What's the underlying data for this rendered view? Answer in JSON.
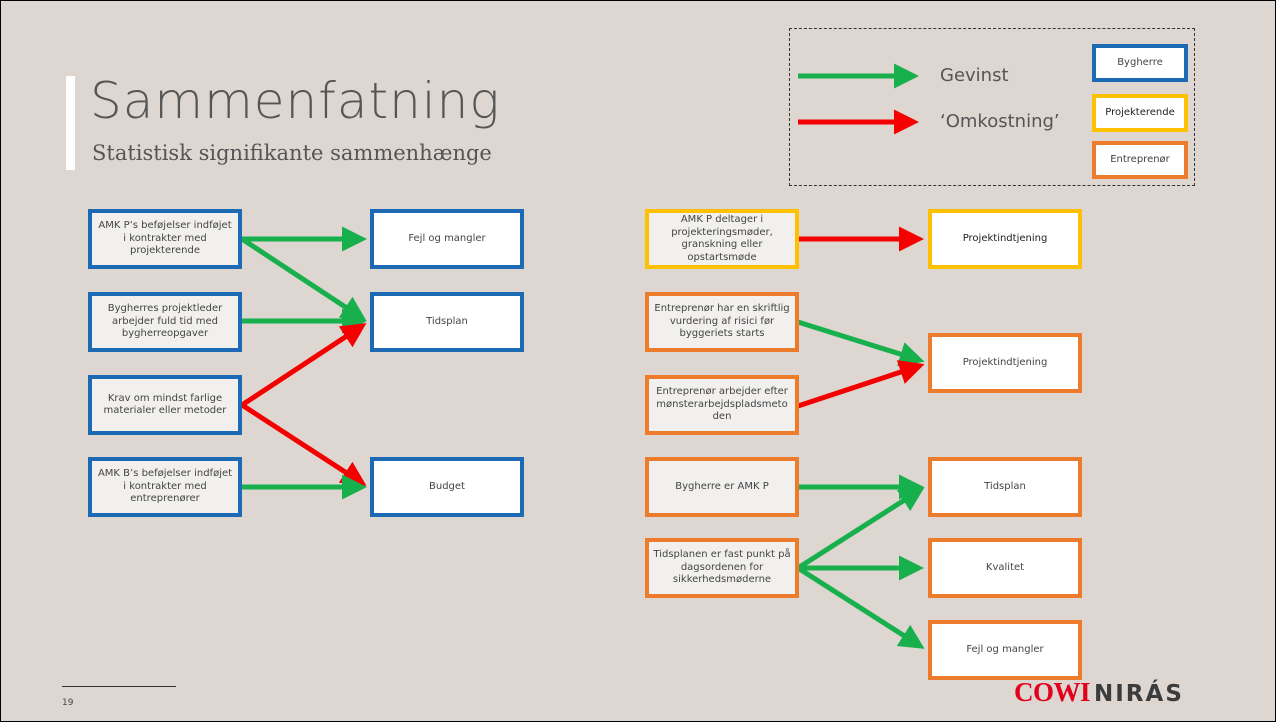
{
  "header": {
    "title": "Sammenfatning",
    "subtitle": "Statistisk signifikante sammenhænge"
  },
  "legend": {
    "gain_label": "Gevinst",
    "cost_label": "‘Omkostning’",
    "roles": [
      "Bygherre",
      "Projekterende",
      "Entreprenør"
    ]
  },
  "colors": {
    "gain": "#17b04d",
    "cost": "#f40000",
    "bygherre": "#1c69b4",
    "projekterende": "#ffc000",
    "entreprenor": "#ec7b2c",
    "background": "#ddd6d1"
  },
  "left": {
    "sources": [
      "AMK P’s beføjelser indføjet i kontrakter med projekterende",
      "Bygherres projektleder arbejder fuld tid med bygherreopgaver",
      "Krav om mindst farlige materialer eller metoder",
      "AMK B’s beføjelser indføjet i kontrakter med entreprenører"
    ],
    "targets": [
      "Fejl og mangler",
      "Tidsplan",
      "Budget"
    ]
  },
  "right": {
    "sources": [
      "AMK P deltager i projekteringsmøder, granskning eller opstartsmøde",
      "Entreprenør har en skriftlig vurdering af risici før byggeriets starts",
      "Entreprenør arbejder efter mønsterarbejdspladsmeto den",
      "Bygherre er AMK P",
      "Tidsplanen er fast punkt på dagsordenen for sikkerhedsmøderne"
    ],
    "targets": [
      "Projektindtjening",
      "Projektindtjening",
      "Tidsplan",
      "Kvalitet",
      "Fejl og mangler"
    ]
  },
  "relations": [
    {
      "from": "AMK P’s beføjelser indføjet i kontrakter med projekterende",
      "to": "Fejl og mangler",
      "type": "gain"
    },
    {
      "from": "AMK P’s beføjelser indføjet i kontrakter med projekterende",
      "to": "Tidsplan",
      "type": "gain"
    },
    {
      "from": "Bygherres projektleder arbejder fuld tid med bygherreopgaver",
      "to": "Tidsplan",
      "type": "gain"
    },
    {
      "from": "Krav om mindst farlige materialer eller metoder",
      "to": "Tidsplan",
      "type": "cost"
    },
    {
      "from": "Krav om mindst farlige materialer eller metoder",
      "to": "Budget",
      "type": "cost"
    },
    {
      "from": "AMK B’s beføjelser indføjet i kontrakter med entreprenører",
      "to": "Budget",
      "type": "gain"
    },
    {
      "from": "AMK P deltager i projekteringsmøder, granskning eller opstartsmøde",
      "to": "Projektindtjening",
      "type": "cost"
    },
    {
      "from": "Entreprenør har en skriftlig vurdering af risici før byggeriets starts",
      "to": "Projektindtjening",
      "type": "gain"
    },
    {
      "from": "Entreprenør arbejder efter mønsterarbejdspladsmeto den",
      "to": "Projektindtjening",
      "type": "cost"
    },
    {
      "from": "Bygherre er AMK P",
      "to": "Tidsplan",
      "type": "gain"
    },
    {
      "from": "Tidsplanen er fast punkt på dagsordenen for sikkerhedsmøderne",
      "to": "Tidsplan",
      "type": "gain"
    },
    {
      "from": "Tidsplanen er fast punkt på dagsordenen for sikkerhedsmøderne",
      "to": "Kvalitet",
      "type": "gain"
    },
    {
      "from": "Tidsplanen er fast punkt på dagsordenen for sikkerhedsmøderne",
      "to": "Fejl og mangler",
      "type": "gain"
    }
  ],
  "footer": {
    "page_number": "19",
    "logo_cowi": "COWI",
    "logo_niras": "NIRÁS"
  }
}
